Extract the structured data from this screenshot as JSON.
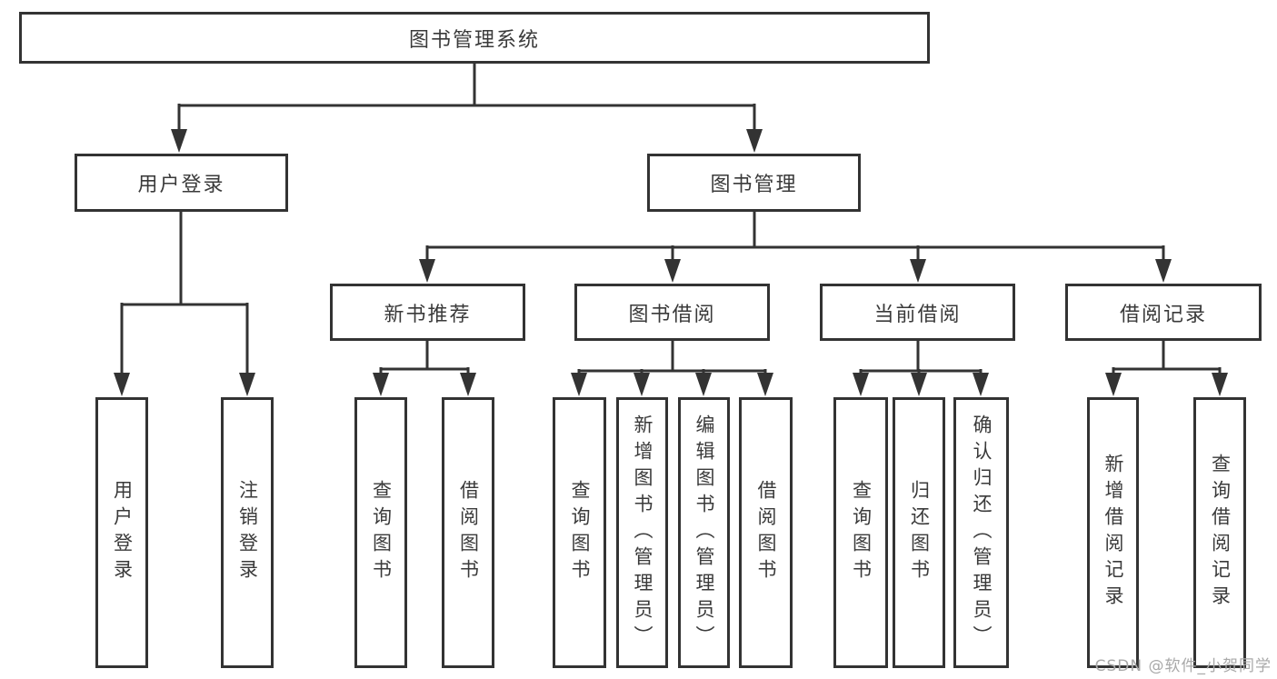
{
  "tree": {
    "label": "图书管理系统",
    "children": [
      {
        "label": "用户登录",
        "children": [
          {
            "label": "用户登录"
          },
          {
            "label": "注销登录"
          }
        ]
      },
      {
        "label": "图书管理",
        "children": [
          {
            "label": "新书推荐",
            "children": [
              {
                "label": "查询图书"
              },
              {
                "label": "借阅图书"
              }
            ]
          },
          {
            "label": "图书借阅",
            "children": [
              {
                "label": "查询图书"
              },
              {
                "label": "新增图书（管理员）"
              },
              {
                "label": "编辑图书（管理员）"
              },
              {
                "label": "借阅图书"
              }
            ]
          },
          {
            "label": "当前借阅",
            "children": [
              {
                "label": "查询图书"
              },
              {
                "label": "归还图书"
              },
              {
                "label": "确认归还（管理员）"
              }
            ]
          },
          {
            "label": "借阅记录",
            "children": [
              {
                "label": "新增借阅记录"
              },
              {
                "label": "查询借阅记录"
              }
            ]
          }
        ]
      }
    ]
  },
  "watermark": {
    "text": "CSDN @软件_小贺同学"
  },
  "colors": {
    "line": "#333333",
    "text": "#3a3a3a",
    "background": "#ffffff",
    "watermark": "#a9a9a9"
  }
}
